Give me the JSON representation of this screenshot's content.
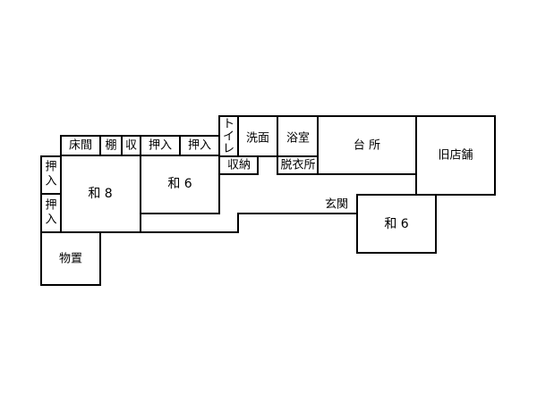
{
  "floor_plan": {
    "rooms": {
      "tokonoma": "床間",
      "tana": "棚",
      "shuno_top": "収",
      "oshiire_1": "押入",
      "oshiire_2": "押入",
      "toilet": [
        "ト",
        "イ",
        "レ"
      ],
      "senmen": "洗面",
      "yokushitsu": "浴室",
      "daidokoro": "台 所",
      "kyu_tenpo": "旧店舗",
      "oshiire_left_1": [
        "押",
        "入"
      ],
      "oshiire_left_2": [
        "押",
        "入"
      ],
      "wa8": "和 8",
      "wa6_left": "和 6",
      "shuno": "収納",
      "datsuijo": "脱衣所",
      "genkan": "玄関",
      "wa6_right": "和 6",
      "monooki": "物置"
    }
  }
}
